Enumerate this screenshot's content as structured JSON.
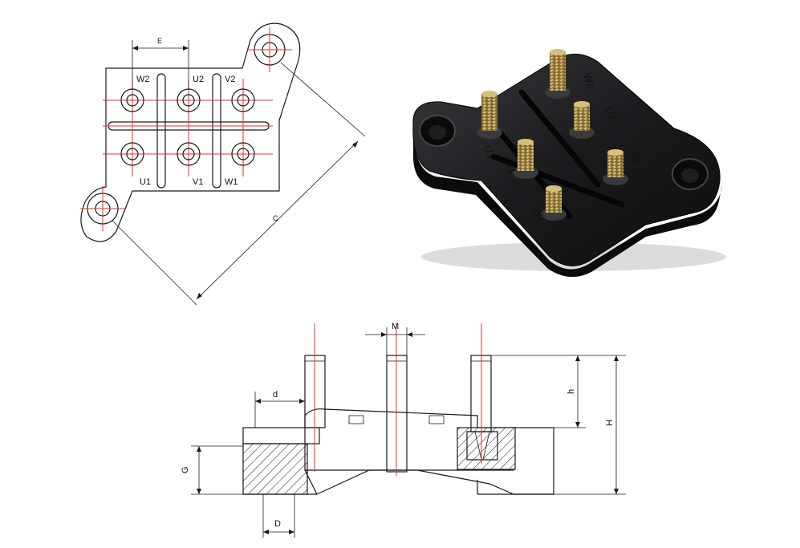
{
  "plan_view": {
    "dimension_labels": {
      "e": "E",
      "c": "C"
    },
    "terminals": [
      {
        "label": "W2",
        "row": 0,
        "col": 0
      },
      {
        "label": "U2",
        "row": 0,
        "col": 1
      },
      {
        "label": "V2",
        "row": 0,
        "col": 2
      },
      {
        "label": "U1",
        "row": 1,
        "col": 0
      },
      {
        "label": "V1",
        "row": 1,
        "col": 1
      },
      {
        "label": "W1",
        "row": 1,
        "col": 2
      }
    ]
  },
  "photo_view": {
    "terminal_marks": [
      "W2",
      "U2",
      "U1",
      "V1",
      "V2",
      "W1"
    ],
    "body_color": "#1b1b1e",
    "stud_color": "#c8a955"
  },
  "section_view": {
    "dimension_labels": {
      "M": "M",
      "d": "d",
      "h": "h",
      "H": "H",
      "G": "G",
      "D": "D"
    }
  },
  "colors": {
    "line": "#1a1a1a",
    "centerline": "#e0332e"
  }
}
